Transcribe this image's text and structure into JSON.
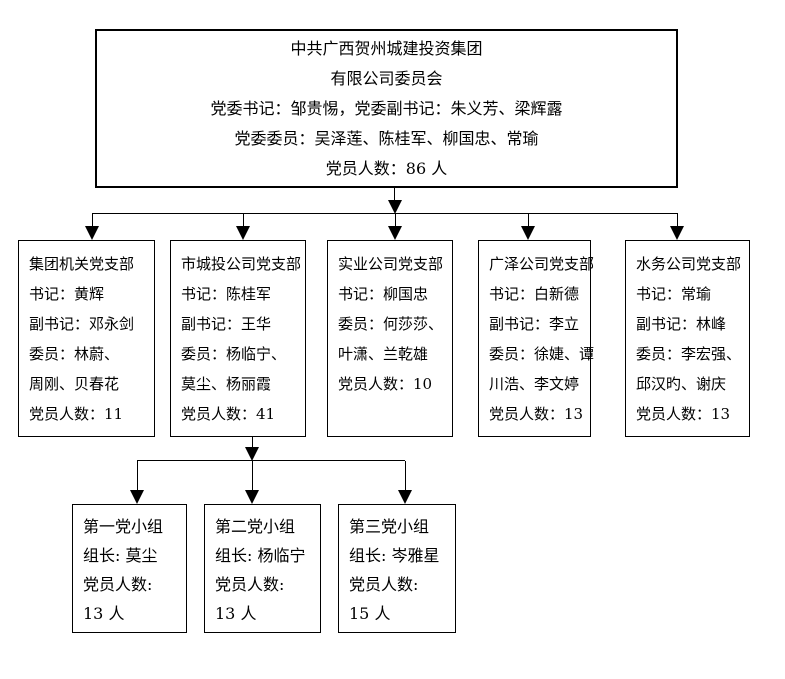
{
  "colors": {
    "line": "#000000",
    "text": "#000000",
    "background": "#ffffff"
  },
  "root": {
    "lines": [
      "中共广西贺州城建投资集团",
      "有限公司委员会",
      "党委书记：邹贵惕，党委副书记：朱义芳、梁辉露",
      "党委委员：吴泽莲、陈桂军、柳国忠、常瑜",
      "党员人数：86 人"
    ]
  },
  "branches": [
    {
      "lines": [
        "集团机关党支部",
        "书记：黄辉",
        "副书记：邓永剑",
        "委员：林蔚、",
        "周刚、贝春花",
        "党员人数：11"
      ]
    },
    {
      "lines": [
        "市城投公司党支部",
        "书记：陈桂军",
        "副书记：王华",
        "委员：杨临宁、",
        "莫尘、杨丽霞",
        "党员人数：41"
      ]
    },
    {
      "lines": [
        "实业公司党支部",
        "书记：柳国忠",
        "委员：何莎莎、",
        "叶潇、兰乾雄",
        "党员人数：10"
      ]
    },
    {
      "lines": [
        "广泽公司党支部",
        "书记：白新德",
        "副书记：李立",
        "委员：徐婕、谭",
        "川浩、李文婷",
        "党员人数：13"
      ]
    },
    {
      "lines": [
        "水务公司党支部",
        "书记：常瑜",
        "副书记：林峰",
        "委员：李宏强、",
        "邱汉旳、谢庆",
        "党员人数：13"
      ]
    }
  ],
  "groups": [
    {
      "lines": [
        "第一党小组",
        "组长: 莫尘",
        "党员人数:",
        "13 人"
      ]
    },
    {
      "lines": [
        "第二党小组",
        "组长: 杨临宁",
        "党员人数:",
        "13 人"
      ]
    },
    {
      "lines": [
        "第三党小组",
        "组长: 岑雅星",
        "党员人数:",
        "15 人"
      ]
    }
  ]
}
